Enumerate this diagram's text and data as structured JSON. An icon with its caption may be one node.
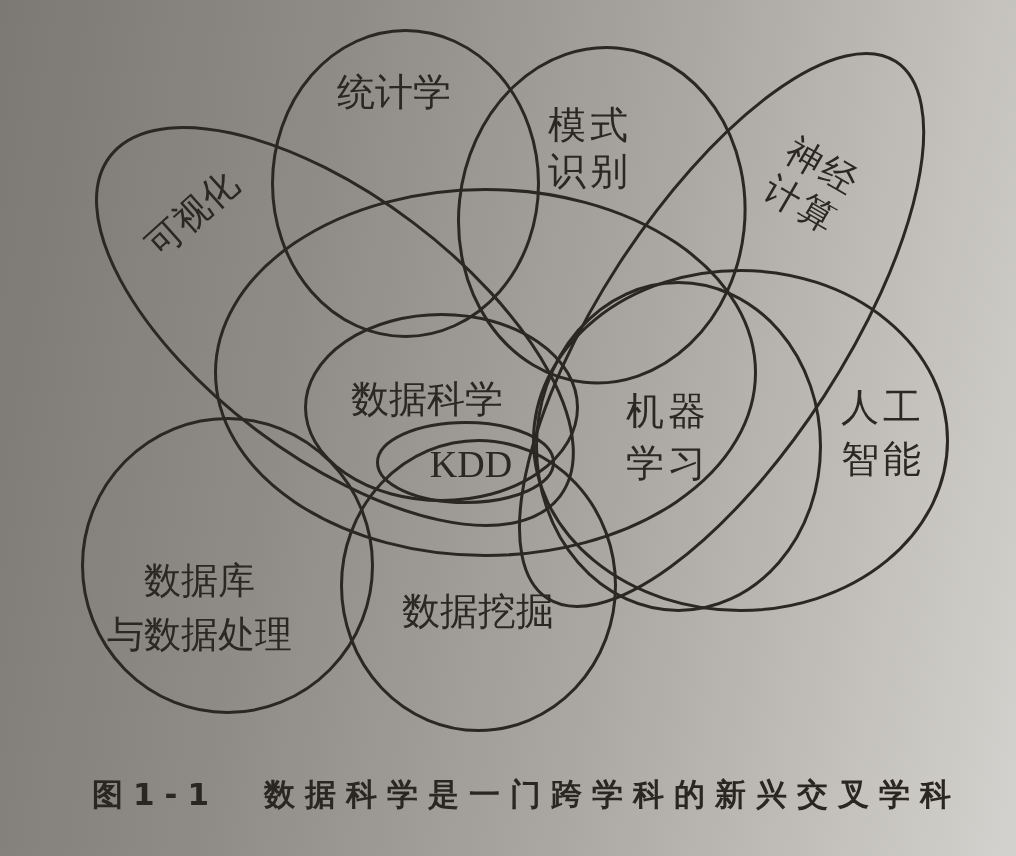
{
  "diagram": {
    "caption": "图1-1 数据科学是一门跨学科的新兴交叉学科",
    "nodes": [
      {
        "text": [
          "统计学"
        ]
      },
      {
        "text": [
          "模式识别"
        ]
      },
      {
        "text": [
          "神经计算"
        ]
      },
      {
        "text": [
          "可视化"
        ]
      },
      {
        "text": [],
        "shape": "ellipse"
      },
      {
        "text": [
          "数据科学"
        ]
      },
      {
        "text": [
          "人工智能"
        ]
      },
      {
        "text": [
          "机器学习"
        ],
        "in": 6
      },
      {
        "text": [
          "KDD"
        ],
        "in": 5
      },
      {
        "text": [
          "数据库与数据处理"
        ]
      },
      {
        "text": [
          "数据挖掘"
        ]
      }
    ]
  }
}
